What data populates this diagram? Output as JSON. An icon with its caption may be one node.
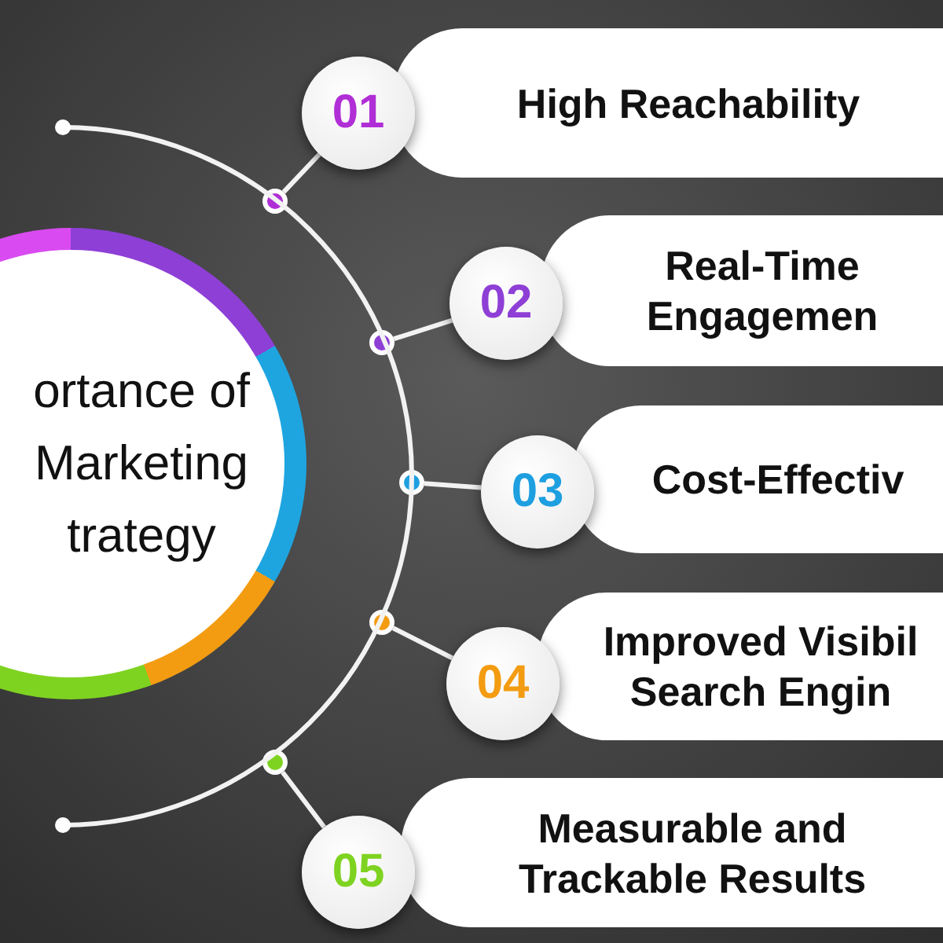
{
  "diagram": {
    "nodes": [
      {
        "text": [
          "ortance of Marketing trategy"
        ]
      },
      {
        "text": [],
        "shape": "circle"
      },
      {
        "text": [
          "01"
        ]
      },
      {
        "text": [
          "High Reachability"
        ]
      },
      {
        "text": [],
        "shape": "circle"
      },
      {
        "text": [
          "02"
        ]
      },
      {
        "text": [
          "Real-Time Engagemen"
        ]
      },
      {
        "text": [],
        "shape": "circle"
      },
      {
        "text": [
          "03"
        ]
      },
      {
        "text": [
          "Cost-Effectiv"
        ]
      },
      {
        "text": [],
        "shape": "circle"
      },
      {
        "text": [
          "04"
        ]
      },
      {
        "text": [
          "Improved Visibil Search Engin"
        ]
      },
      {
        "text": [],
        "shape": "circle"
      },
      {
        "text": [
          "05"
        ]
      },
      {
        "text": [
          "Measurable and Trackable Results"
        ]
      }
    ],
    "edges": [
      {
        "from": 1,
        "to": 2,
        "arrow": "none"
      },
      {
        "from": 4,
        "to": 5,
        "arrow": "none"
      },
      {
        "from": 7,
        "to": 8,
        "arrow": "none"
      },
      {
        "from": 10,
        "to": 11,
        "arrow": "none"
      },
      {
        "from": 13,
        "to": 14,
        "arrow": "none"
      }
    ]
  }
}
